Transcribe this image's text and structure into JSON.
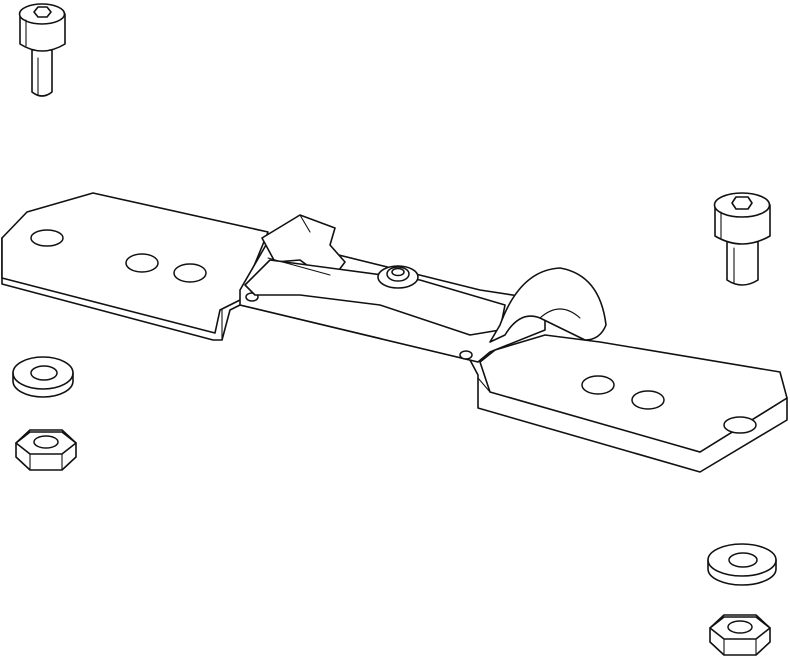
{
  "drawing": {
    "style": "isometric line art",
    "colors": {
      "line": "#111111",
      "background": "#ffffff"
    },
    "parts": [
      {
        "name": "socket-head-bolt",
        "count": 2
      },
      {
        "name": "flat-washer",
        "count": 2
      },
      {
        "name": "hex-nut",
        "count": 2
      },
      {
        "name": "mounting-bracket-plate",
        "count": 1
      },
      {
        "name": "spring-clip",
        "count": 1
      }
    ]
  }
}
